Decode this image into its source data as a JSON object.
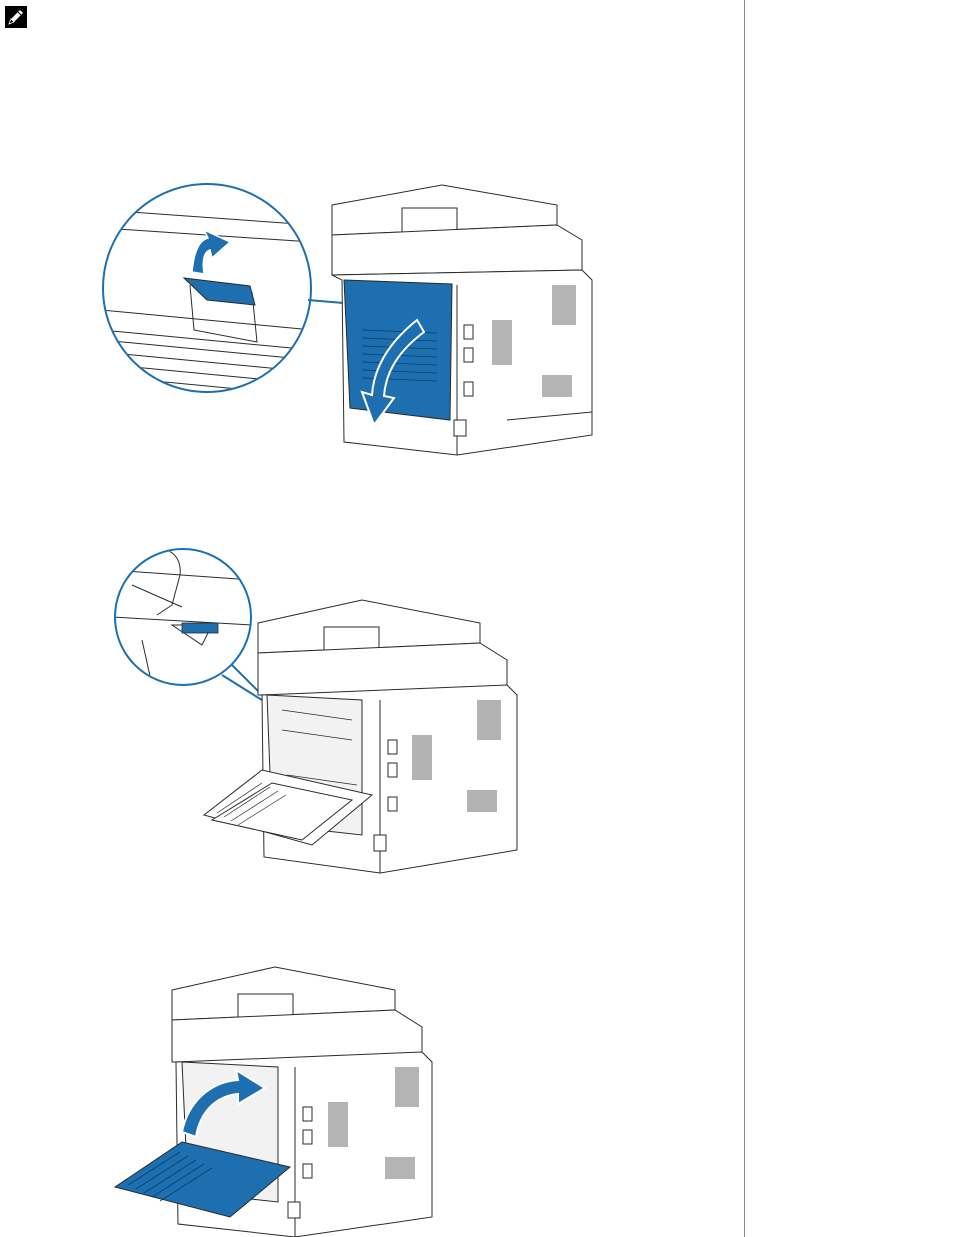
{
  "note_icon": "pencil-note-icon",
  "figures": [
    {
      "name": "open-rear-cover",
      "icons": [
        "magnifier-callout-icon",
        "lift-arrow-icon",
        "open-arrow-icon"
      ]
    },
    {
      "name": "lower-fuser-levers",
      "icons": [
        "magnifier-callout-icon",
        "lever-marker-icon"
      ]
    },
    {
      "name": "close-rear-cover",
      "icons": [
        "close-arrow-icon"
      ]
    }
  ],
  "colors": {
    "accent": "#1d6fb0",
    "line": "#2b2b2b",
    "divider": "#8a8a8a"
  }
}
